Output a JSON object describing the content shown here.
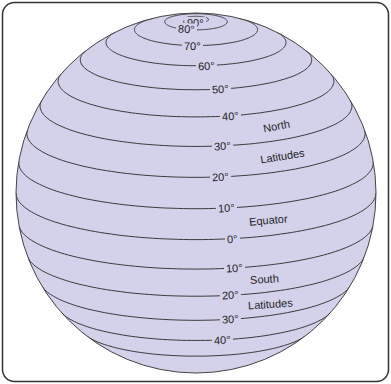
{
  "diagram": {
    "labels": [
      "+90°",
      "80°",
      "70°",
      "60°",
      "50°",
      "40°",
      "North",
      "30°",
      "Latitudes",
      "20°",
      "10°",
      "Equator",
      "0°",
      "10°",
      "South",
      "20°",
      "Latitudes",
      "30°",
      "40°"
    ]
  }
}
